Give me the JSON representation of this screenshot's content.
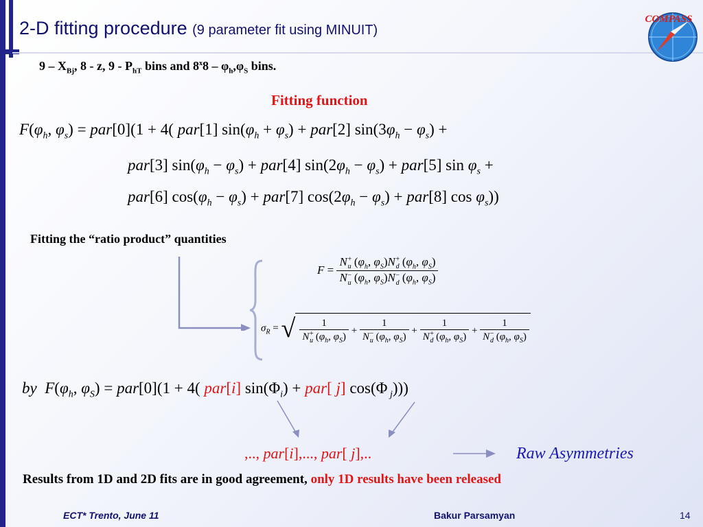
{
  "header": {
    "title": "2-D fitting procedure",
    "subtitle": "(9 parameter fit using MINUIT)",
    "logo_text": "COMPASS"
  },
  "bins": {
    "p1": "9 – X",
    "p1_sub": "Bj",
    "p2": ", 8 - z, 9 - P",
    "p2_sub": "hT",
    "p3": " bins and 8",
    "times": "x",
    "p4": "8 – φ",
    "p4_sub": "h",
    "p5": ",φ",
    "p5_sub": "S",
    "p6": " bins."
  },
  "fitting_function_label": "Fitting function",
  "ratio_label": "Fitting the “ratio product” quantities",
  "raw_asymmetries": "Raw Asymmetries",
  "results": {
    "black": "Results from 1D and 2D fits are in good agreement, ",
    "red": "only 1D results have been released"
  },
  "footer": {
    "left": "ECT* Trento, June 11",
    "center": "Bakur Parsamyan",
    "page": "14"
  },
  "colors": {
    "title": "#12126e",
    "accent_bar": "#23238c",
    "red": "#e01515",
    "blue": "#1a1ab0"
  }
}
